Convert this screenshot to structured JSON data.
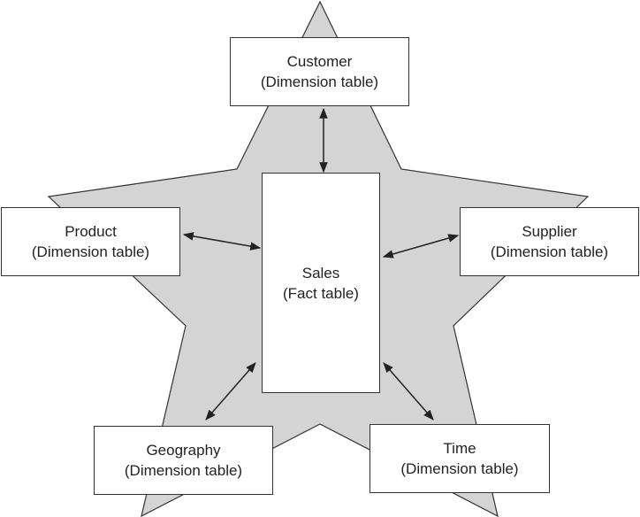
{
  "colors": {
    "star_fill": "#d4d4d4",
    "star_stroke": "#333333",
    "box_fill": "#ffffff",
    "box_stroke": "#333333",
    "arrow": "#222222",
    "text": "#222222"
  },
  "diagram": {
    "background_shape": "star",
    "fact": {
      "name": "Sales",
      "type": "(Fact table)"
    },
    "dimensions": {
      "customer": {
        "name": "Customer",
        "type": "(Dimension table)"
      },
      "product": {
        "name": "Product",
        "type": "(Dimension table)"
      },
      "supplier": {
        "name": "Supplier",
        "type": "(Dimension table)"
      },
      "geography": {
        "name": "Geography",
        "type": "(Dimension table)"
      },
      "time": {
        "name": "Time",
        "type": "(Dimension table)"
      }
    },
    "relationships": [
      {
        "from": "Sales",
        "to": "Customer",
        "arrow": "bidirectional"
      },
      {
        "from": "Sales",
        "to": "Product",
        "arrow": "bidirectional"
      },
      {
        "from": "Sales",
        "to": "Supplier",
        "arrow": "bidirectional"
      },
      {
        "from": "Sales",
        "to": "Geography",
        "arrow": "bidirectional"
      },
      {
        "from": "Sales",
        "to": "Time",
        "arrow": "bidirectional"
      }
    ]
  }
}
